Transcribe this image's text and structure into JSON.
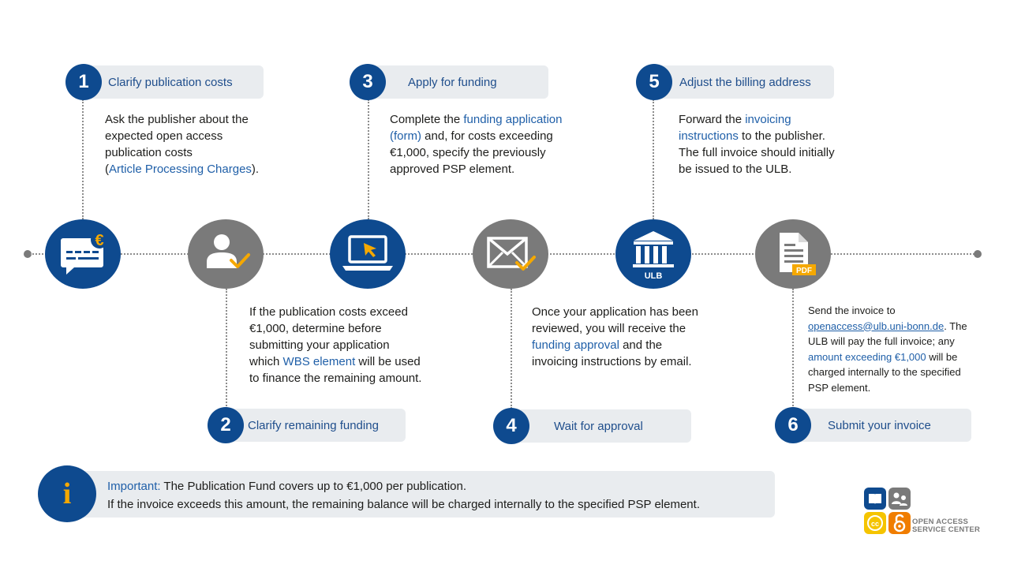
{
  "steps": [
    {
      "num": "1",
      "title": "Clarify publication costs"
    },
    {
      "num": "2",
      "title": "Clarify remaining funding"
    },
    {
      "num": "3",
      "title": "Apply for funding"
    },
    {
      "num": "4",
      "title": "Wait for approval"
    },
    {
      "num": "5",
      "title": "Adjust the billing address"
    },
    {
      "num": "6",
      "title": "Submit your invoice"
    }
  ],
  "desc1": {
    "l1": "Ask the publisher about the",
    "l2": "expected open access",
    "l3": "publication costs",
    "l4_open": "(",
    "l4_link": "Article Processing Charges",
    "l4_close": ")."
  },
  "desc2": {
    "l1": "If the publication costs exceed",
    "l2": "€1,000, determine before",
    "l3": "submitting your application",
    "l4_pre": "which ",
    "l4_link": "WBS element",
    "l4_post": " will be used",
    "l5": "to finance the remaining amount."
  },
  "desc3": {
    "l1_pre": "Complete the ",
    "l1_link": "funding application",
    "l2_link": "(form)",
    "l2_post": " and, for costs exceeding",
    "l3": "€1,000, specify the previously",
    "l4": "approved PSP element."
  },
  "desc4": {
    "l1": "Once your application has been",
    "l2": "reviewed, you will receive the",
    "l3_link": "funding approval",
    "l3_post": " and the",
    "l4": "invoicing instructions by email."
  },
  "desc5": {
    "l1_pre": "Forward the ",
    "l1_link": "invoicing",
    "l2_link": "instructions",
    "l2_post": " to the publisher.",
    "l3": "The full invoice should initially",
    "l4": "be issued to the ULB."
  },
  "desc6": {
    "l1": "Send the invoice to",
    "l2_link": "openaccess@ulb.uni-bonn.de",
    "l2_post": ".  The",
    "l3": "ULB will pay the full invoice; any",
    "l4_link": "amount exceeding €1,000",
    "l4_post": " will be",
    "l5": "charged internally to the specified",
    "l6": "PSP element."
  },
  "icons": {
    "payment": "payment-card-euro-icon",
    "user": "user-check-icon",
    "laptop": "laptop-cursor-icon",
    "mail": "envelope-check-icon",
    "bank": "bank-building-icon",
    "pdf": "pdf-document-icon",
    "euro_symbol": "€",
    "ulb_label": "ULB",
    "pdf_label": "PDF"
  },
  "info": {
    "icon_letter": "i",
    "label": "Important:",
    "line1": " The Publication Fund covers up to €1,000 per publication.",
    "line2": "If the invoice exceeds this amount, the remaining balance will be charged internally to the specified PSP element."
  },
  "logo": {
    "line1": "OPEN ACCESS",
    "line2": "SERVICE CENTER"
  },
  "colors": {
    "blue": "#0e4a8f",
    "grey": "#7a7a7a",
    "accent": "#f5a800",
    "link": "#1f5fa8",
    "pill": "#e9ecef"
  }
}
